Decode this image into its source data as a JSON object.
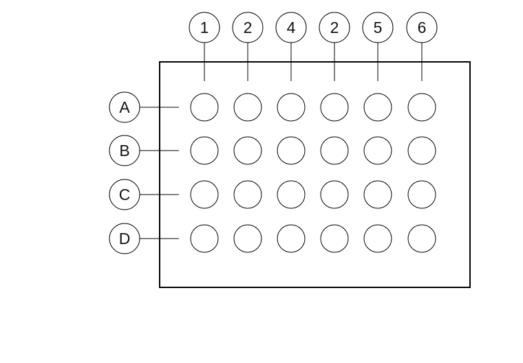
{
  "plate": {
    "column_labels": [
      "1",
      "2",
      "4",
      "2",
      "5",
      "6"
    ],
    "row_labels": [
      "A",
      "B",
      "C",
      "D"
    ],
    "wells_per_row": 6,
    "row_count": 4,
    "stroke_color": "#000000",
    "background": "#ffffff"
  }
}
